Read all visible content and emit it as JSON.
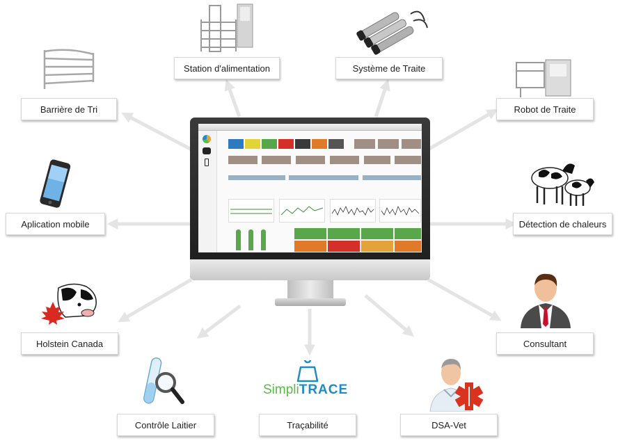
{
  "labels": {
    "station_alimentation": "Station d'alimentation",
    "systeme_traite": "Système de Traite",
    "barriere_tri": "Barrière de Tri",
    "robot_traite": "Robot de Traite",
    "application_mobile": "Aplication mobile",
    "detection_chaleurs": "Détection de chaleurs",
    "holstein_canada": "Holstein Canada",
    "consultant": "Consultant",
    "controle_laitier": "Contrôle Laitier",
    "tracabilite": "Traçabilité",
    "dsa_vet": "DSA-Vet"
  },
  "logo": {
    "simpli": "Simpli",
    "trace": "TRACE"
  },
  "icons": {
    "station_alimentation": "feed-station-icon",
    "systeme_traite": "milking-cluster-icon",
    "barriere_tri": "gate-icon",
    "robot_traite": "milking-robot-icon",
    "application_mobile": "smartphone-icon",
    "detection_chaleurs": "cows-icon",
    "holstein_canada": "maple-leaf-cow-icon",
    "consultant": "businessman-icon",
    "controle_laitier": "test-tube-magnifier-icon",
    "dsa_vet": "vet-doctor-icon"
  },
  "colors": {
    "arrow": "#e4e4e4",
    "simpli_green": "#5cb848",
    "trace_blue": "#1e8bc3",
    "vet_red": "#d9321f",
    "tie_red": "#c8102e"
  }
}
